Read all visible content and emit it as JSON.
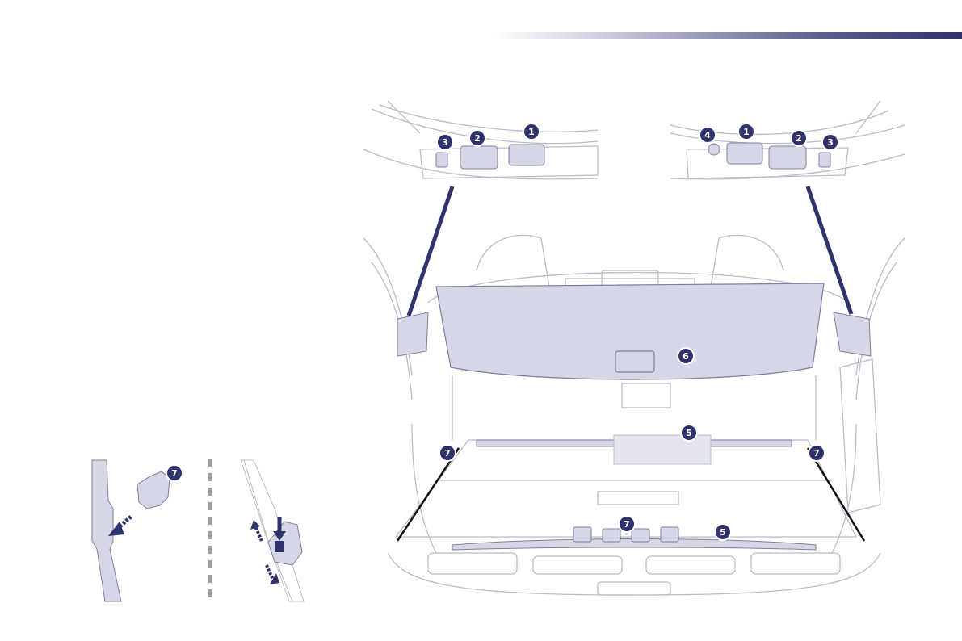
{
  "page": {
    "header_accent": "#2e336b",
    "panel_color": "#d6d7e6",
    "line_color": "#b9bcc8"
  },
  "callouts": {
    "n1": "1",
    "n2": "2",
    "n3": "3",
    "n4": "4",
    "n5": "5",
    "n6": "6",
    "n7": "7"
  }
}
